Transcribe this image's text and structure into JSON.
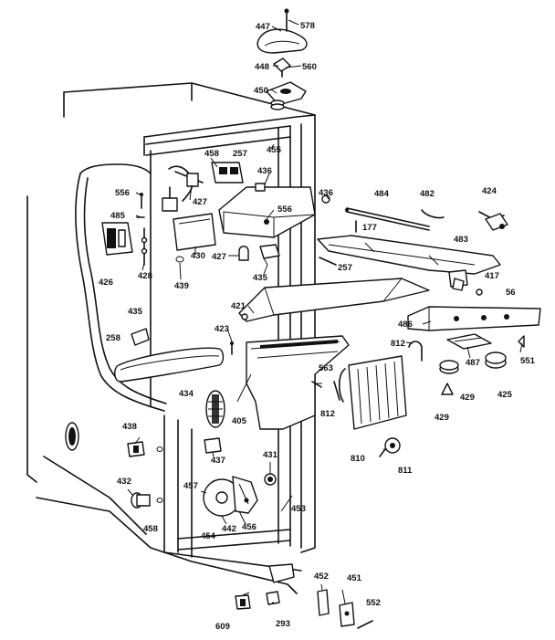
{
  "labels": [
    {
      "id": "447",
      "text": "447"
    },
    {
      "id": "578",
      "text": "578"
    },
    {
      "id": "448",
      "text": "448"
    },
    {
      "id": "560",
      "text": "560"
    },
    {
      "id": "450",
      "text": "450"
    },
    {
      "id": "458",
      "text": "458"
    },
    {
      "id": "257a",
      "text": "257"
    },
    {
      "id": "455",
      "text": "455"
    },
    {
      "id": "436a",
      "text": "436"
    },
    {
      "id": "436b",
      "text": "436"
    },
    {
      "id": "484",
      "text": "484"
    },
    {
      "id": "482",
      "text": "482"
    },
    {
      "id": "424",
      "text": "424"
    },
    {
      "id": "556a",
      "text": "556"
    },
    {
      "id": "427a",
      "text": "427"
    },
    {
      "id": "556b",
      "text": "556"
    },
    {
      "id": "177",
      "text": "177"
    },
    {
      "id": "485",
      "text": "485"
    },
    {
      "id": "430",
      "text": "430"
    },
    {
      "id": "483",
      "text": "483"
    },
    {
      "id": "427b",
      "text": "427"
    },
    {
      "id": "257b",
      "text": "257"
    },
    {
      "id": "428",
      "text": "428"
    },
    {
      "id": "417",
      "text": "417"
    },
    {
      "id": "426",
      "text": "426"
    },
    {
      "id": "439",
      "text": "439"
    },
    {
      "id": "435a",
      "text": "435"
    },
    {
      "id": "56",
      "text": "56"
    },
    {
      "id": "421",
      "text": "421"
    },
    {
      "id": "435b",
      "text": "435"
    },
    {
      "id": "486",
      "text": "486"
    },
    {
      "id": "423",
      "text": "423"
    },
    {
      "id": "258",
      "text": "258"
    },
    {
      "id": "812a",
      "text": "812"
    },
    {
      "id": "551",
      "text": "551"
    },
    {
      "id": "487",
      "text": "487"
    },
    {
      "id": "563",
      "text": "563"
    },
    {
      "id": "425",
      "text": "425"
    },
    {
      "id": "429a",
      "text": "429"
    },
    {
      "id": "434",
      "text": "434"
    },
    {
      "id": "405",
      "text": "405"
    },
    {
      "id": "812b",
      "text": "812"
    },
    {
      "id": "429b",
      "text": "429"
    },
    {
      "id": "438",
      "text": "438"
    },
    {
      "id": "437",
      "text": "437"
    },
    {
      "id": "810",
      "text": "810"
    },
    {
      "id": "431",
      "text": "431"
    },
    {
      "id": "811",
      "text": "811"
    },
    {
      "id": "432",
      "text": "432"
    },
    {
      "id": "457",
      "text": "457"
    },
    {
      "id": "453",
      "text": "453"
    },
    {
      "id": "442",
      "text": "442"
    },
    {
      "id": "458b",
      "text": "458"
    },
    {
      "id": "454",
      "text": "454"
    },
    {
      "id": "456",
      "text": "456"
    },
    {
      "id": "452",
      "text": "452"
    },
    {
      "id": "451",
      "text": "451"
    },
    {
      "id": "552",
      "text": "552"
    },
    {
      "id": "609",
      "text": "609"
    },
    {
      "id": "293",
      "text": "293"
    }
  ]
}
